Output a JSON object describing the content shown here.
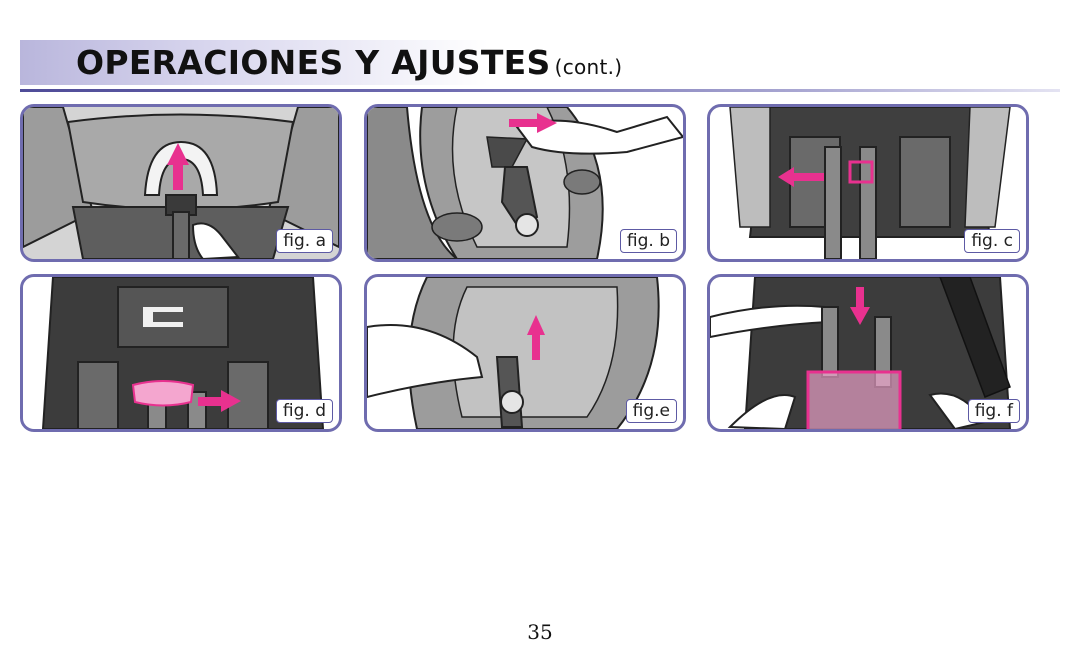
{
  "header": {
    "title": "OPERACIONES Y AJUSTES",
    "subtitle": "(cont.)"
  },
  "figures": [
    {
      "label": "fig. a"
    },
    {
      "label": "fig. b"
    },
    {
      "label": "fig. c"
    },
    {
      "label": "fig. d"
    },
    {
      "label": "fig.e"
    },
    {
      "label": "fig. f"
    }
  ],
  "page_number": "35",
  "colors": {
    "accent": "#e8318f",
    "frame": "#6f6caf",
    "header_band": "#b9b6dc",
    "header_rule": "#4f4c98"
  }
}
